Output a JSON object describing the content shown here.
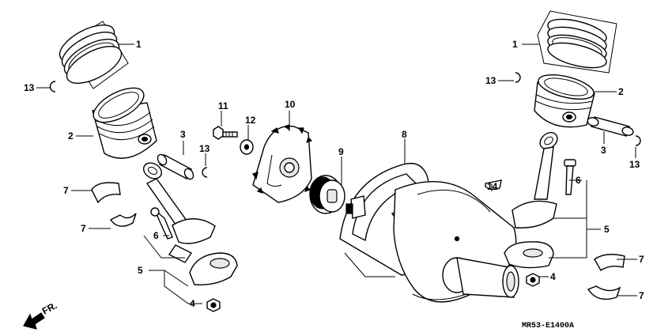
{
  "diagram_code": "MR53-E1400A",
  "direction_label": "FR.",
  "callouts": {
    "piston_ring_set_left": "1",
    "piston_ring_set_right": "1",
    "piston_left": "2",
    "piston_right": "2",
    "piston_pin_left": "3",
    "piston_pin_right": "3",
    "nut_left": "4",
    "nut_right": "4",
    "conrod_left": "5",
    "conrod_right": "5",
    "conrod_bolt_left": "6",
    "conrod_bolt_right": "6",
    "bearing_left_upper": "7",
    "bearing_left_lower": "7",
    "bearing_right_upper": "7",
    "bearing_right_lower": "7",
    "crankshaft": "8",
    "timing_gear": "9",
    "pulser_plate": "10",
    "flange_bolt": "11",
    "washer": "12",
    "clip_left_top": "13",
    "clip_left_pin": "13",
    "clip_right_top": "13",
    "clip_right_pin": "13",
    "woodruff_key": "14"
  }
}
